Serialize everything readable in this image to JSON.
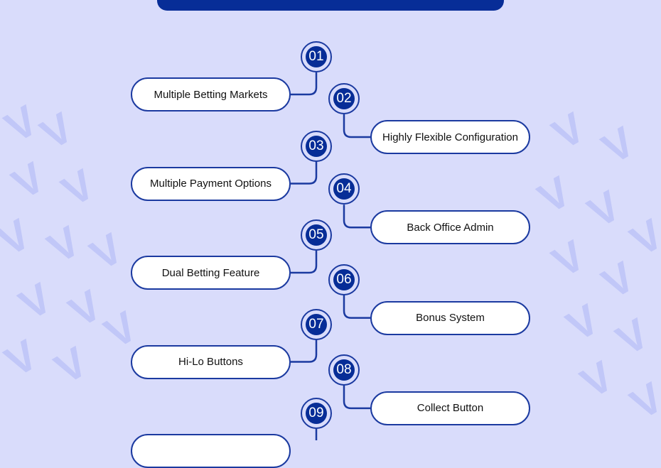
{
  "colors": {
    "background": "#d9dcfb",
    "accent": "#072d97"
  },
  "features": [
    {
      "number": "01",
      "label": "Multiple Betting Markets"
    },
    {
      "number": "02",
      "label": "Highly Flexible Configuration"
    },
    {
      "number": "03",
      "label": "Multiple Payment Options"
    },
    {
      "number": "04",
      "label": "Back Office Admin"
    },
    {
      "number": "05",
      "label": "Dual Betting Feature"
    },
    {
      "number": "06",
      "label": "Bonus System"
    },
    {
      "number": "07",
      "label": "Hi-Lo Buttons"
    },
    {
      "number": "08",
      "label": "Collect Button"
    },
    {
      "number": "09",
      "label": ""
    }
  ]
}
